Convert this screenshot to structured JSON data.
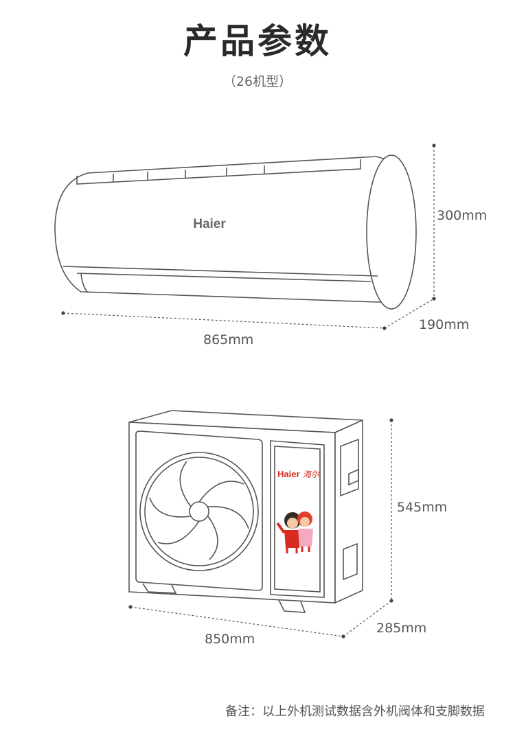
{
  "header": {
    "title": "产品参数",
    "subtitle": "（26机型）"
  },
  "indoor_unit": {
    "brand": "Haier",
    "height": "300mm",
    "depth": "190mm",
    "width": "865mm"
  },
  "outdoor_unit": {
    "height": "545mm",
    "depth": "285mm",
    "width": "850mm"
  },
  "footnote": "备注：以上外机测试数据含外机阀体和支脚数据"
}
